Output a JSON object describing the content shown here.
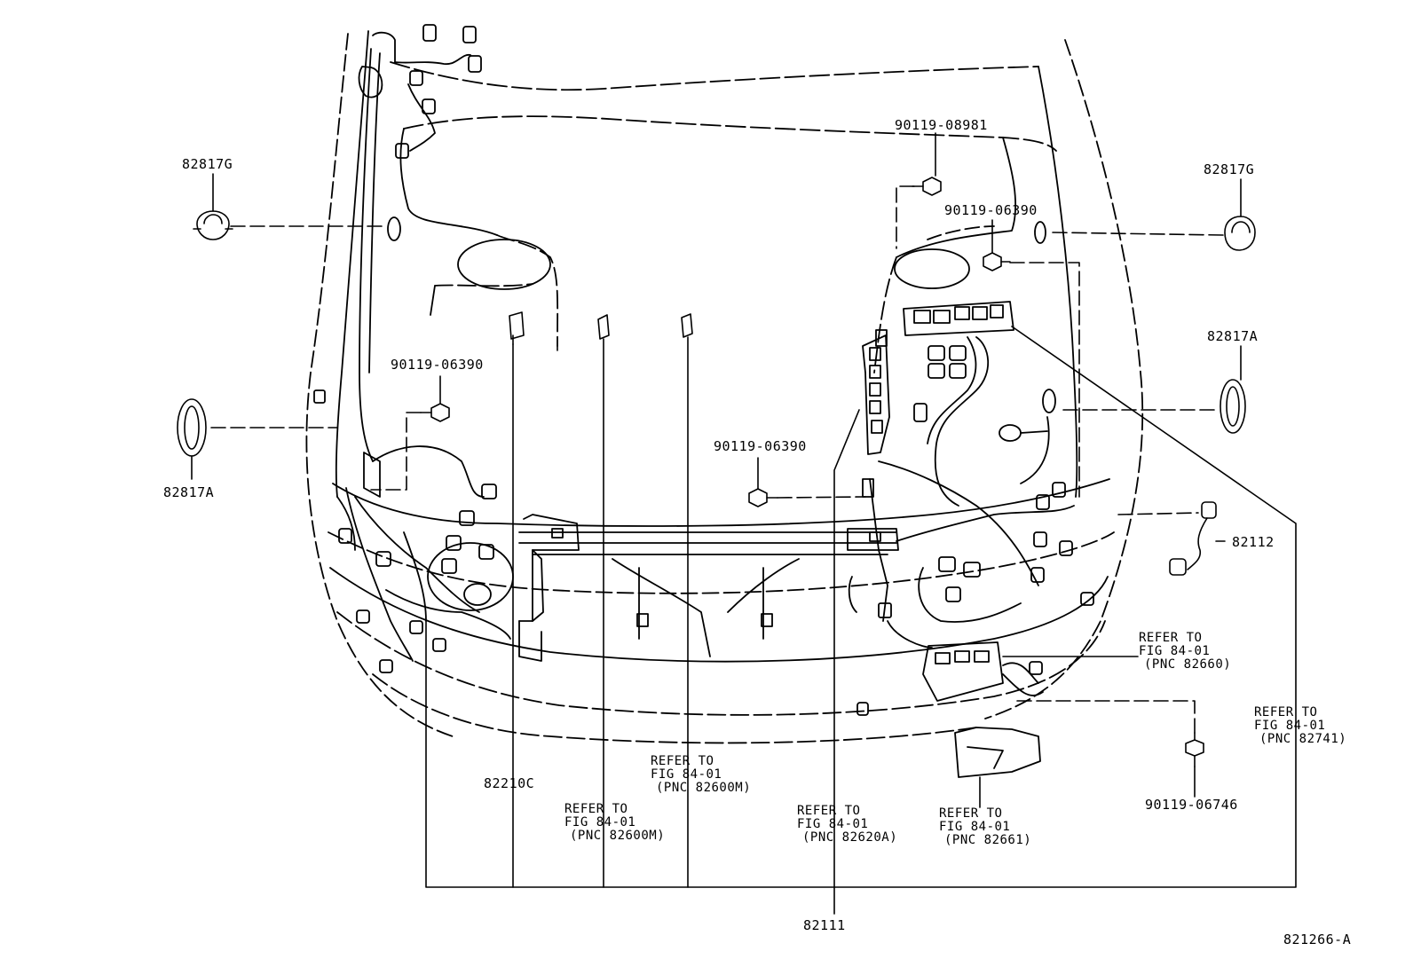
{
  "diagram": {
    "drawing_id": "821266-A",
    "main_part": "82111",
    "parts": {
      "p82817G_left": "82817G",
      "p82817G_right": "82817G",
      "p82817A_left": "82817A",
      "p82817A_right": "82817A",
      "p90119_08981": "90119-08981",
      "p90119_06390_top_right": "90119-06390",
      "p90119_06390_left": "90119-06390",
      "p90119_06390_center": "90119-06390",
      "p90119_06746": "90119-06746",
      "p82112": "82112",
      "p82210C": "82210C"
    },
    "refs": {
      "r82600M_a": {
        "line1": "REFER TO",
        "line2": "FIG 84-01",
        "line3": "(PNC 82600M)"
      },
      "r82600M_b": {
        "line1": "REFER TO",
        "line2": "FIG 84-01",
        "line3": "(PNC 82600M)"
      },
      "r82620A": {
        "line1": "REFER TO",
        "line2": "FIG 84-01",
        "line3": "(PNC 82620A)"
      },
      "r82661": {
        "line1": "REFER TO",
        "line2": "FIG 84-01",
        "line3": "(PNC 82661)"
      },
      "r82660": {
        "line1": "REFER TO",
        "line2": "FIG 84-01",
        "line3": "(PNC 82660)"
      },
      "r82741": {
        "line1": "REFER TO",
        "line2": "FIG 84-01",
        "line3": "(PNC 82741)"
      }
    }
  }
}
